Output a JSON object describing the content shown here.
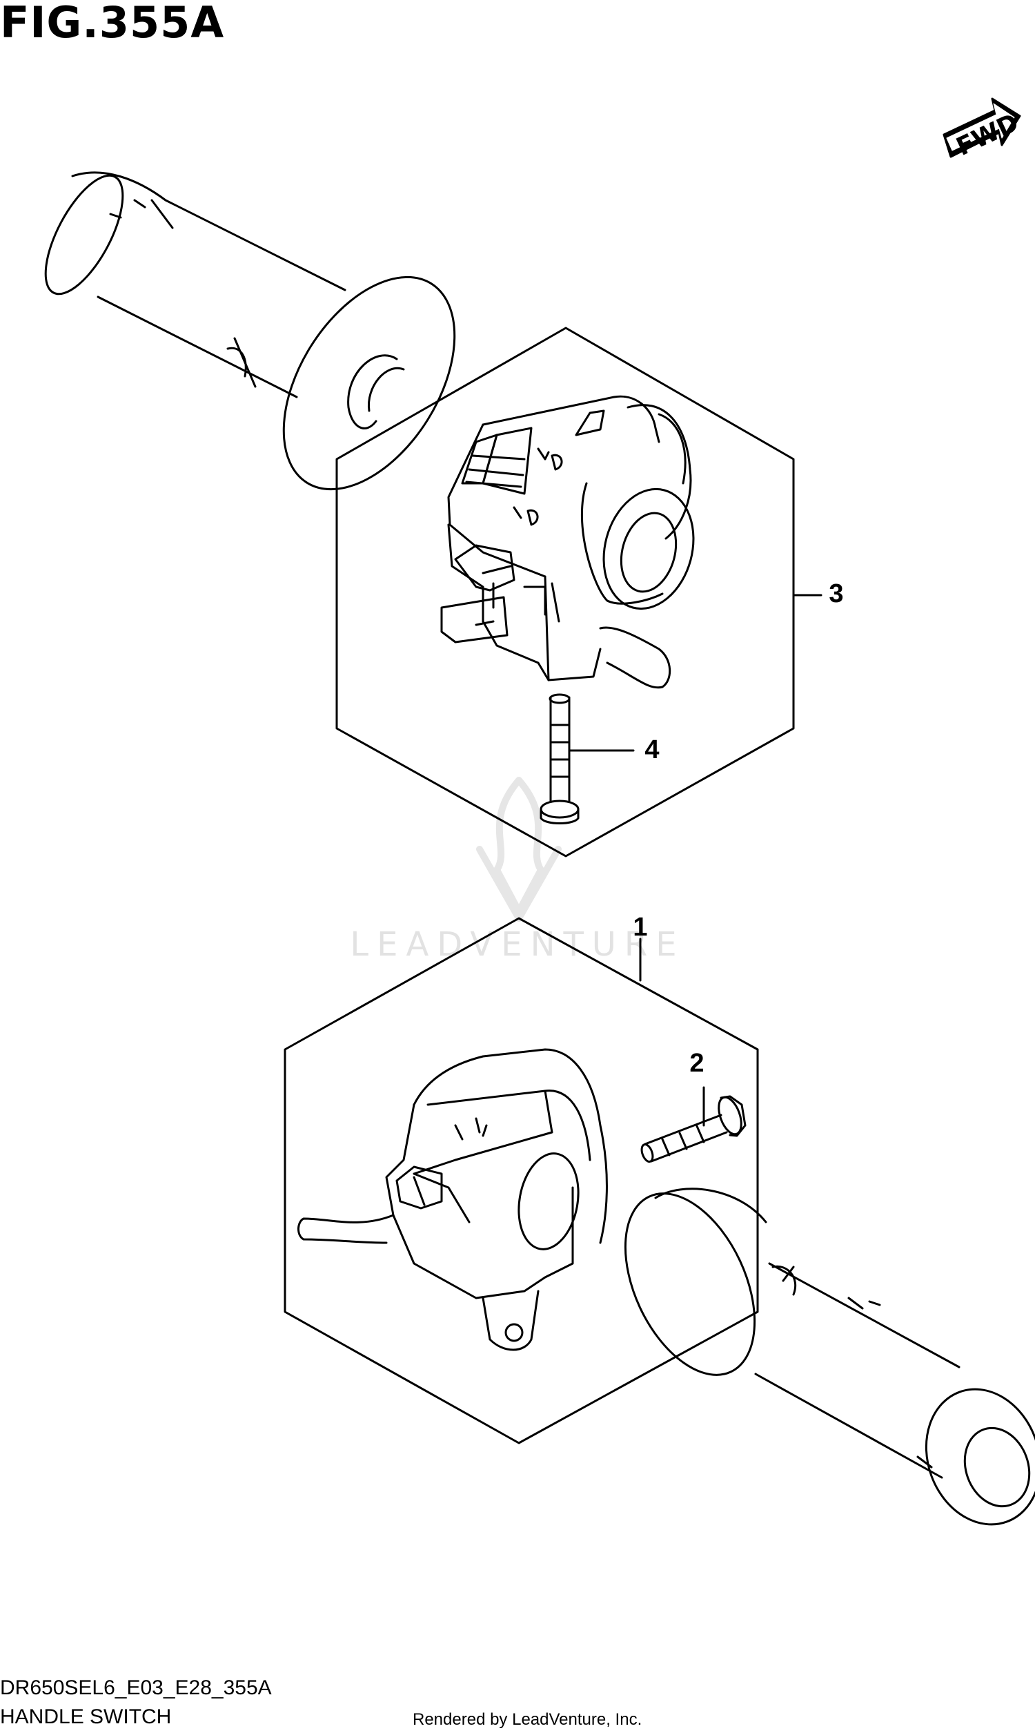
{
  "figure": {
    "title": "FIG.355A",
    "code": "DR650SEL6_E03_E28_355A",
    "name": "HANDLE SWITCH",
    "rendered_by": "Rendered by LeadVenture, Inc.",
    "watermark": "LEADVENTURE",
    "fwd_label": "FWD"
  },
  "callouts": [
    {
      "id": "1",
      "label": "1"
    },
    {
      "id": "2",
      "label": "2"
    },
    {
      "id": "3",
      "label": "3"
    },
    {
      "id": "4",
      "label": "4"
    }
  ],
  "colors": {
    "line": "#000000",
    "background": "#ffffff",
    "watermark": "#e2e2e2"
  }
}
